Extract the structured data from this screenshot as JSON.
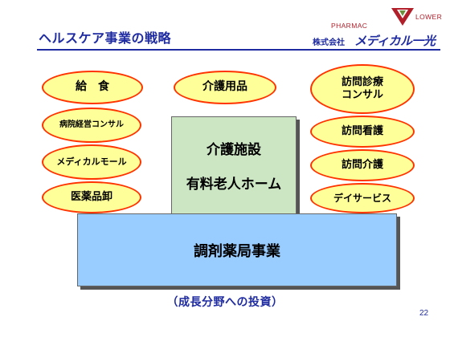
{
  "slide": {
    "title": "ヘルスケア事業の戦略",
    "page_number": "22",
    "caption": "（成長分野への投資）"
  },
  "logo": {
    "pharmac": "PHARMAC",
    "lower": "LOWER",
    "company": "株式会社",
    "brand": "メディカル一光"
  },
  "left_ovals": [
    "病院経営コンサル",
    "メディカルモール",
    "医薬品卸"
  ],
  "top_ovals": {
    "kyushoku": "給　食",
    "kaigo_yohin": "介護用品"
  },
  "right_ovals": {
    "homon_shinryo": [
      "訪問診療",
      "コンサル"
    ],
    "homon_kango": "訪問看護",
    "homon_kaigo": "訪問介護",
    "day_service": "デイサービス"
  },
  "center_box": {
    "line1": "介護施設",
    "line2": "有料老人ホーム"
  },
  "bottom_box": {
    "label": "調剤薬局事業"
  },
  "colors": {
    "title": "#1f2ba0",
    "oval_fill": "#ffff99",
    "oval_border": "#ff3300",
    "center_fill": "#cce6c4",
    "bottom_fill": "#99ccff",
    "logo_red": "#b01f2a"
  }
}
